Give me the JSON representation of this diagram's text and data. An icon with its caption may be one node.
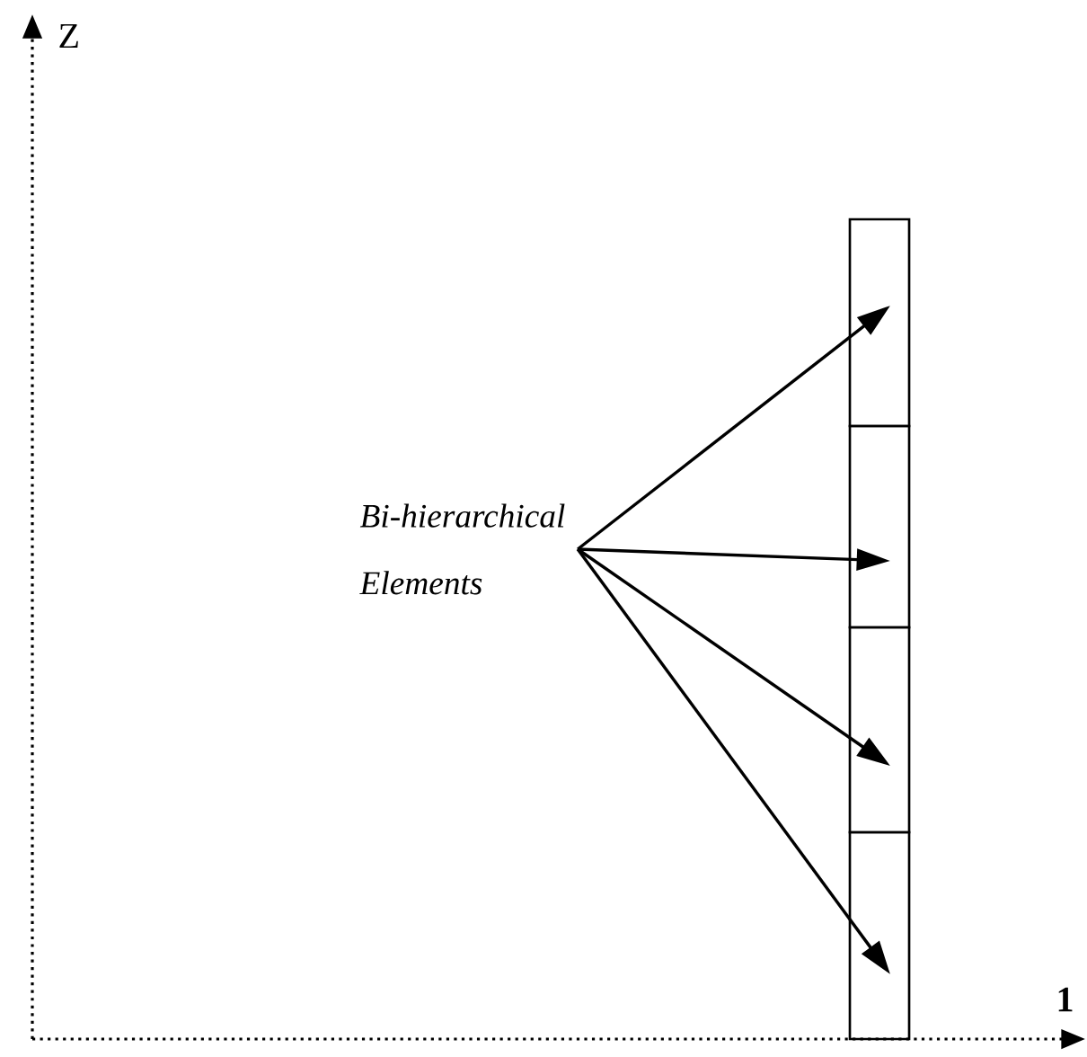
{
  "diagram": {
    "nodes": [
      {
        "text": [
          "Bi-hierarchical Elements"
        ]
      },
      {
        "text": [],
        "shape": "box"
      },
      {
        "text": [],
        "shape": "box"
      },
      {
        "text": [],
        "shape": "box"
      },
      {
        "text": [],
        "shape": "box"
      }
    ],
    "edges": [
      {
        "from": 0,
        "to": 1,
        "arrow": "to"
      },
      {
        "from": 0,
        "to": 2,
        "arrow": "to"
      },
      {
        "from": 0,
        "to": 3,
        "arrow": "to"
      },
      {
        "from": 0,
        "to": 4,
        "arrow": "to"
      }
    ],
    "labels": [
      "Z",
      "1"
    ]
  }
}
